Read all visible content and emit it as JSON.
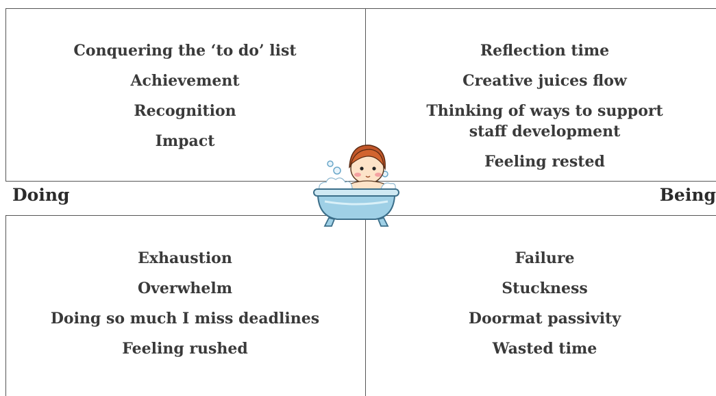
{
  "axis": {
    "left_label": "Doing",
    "right_label": "Being"
  },
  "quadrants": {
    "top_left": [
      "Conquering the ‘to do’ list",
      "Achievement",
      "Recognition",
      "Impact"
    ],
    "top_right": [
      "Reflection time",
      "Creative juices flow",
      "Thinking of ways to support staff development",
      "Feeling rested"
    ],
    "bottom_left": [
      "Exhaustion",
      "Overwhelm",
      "Doing so much I miss deadlines",
      "Feeling rushed"
    ],
    "bottom_right": [
      "Failure",
      "Stuckness",
      "Doormat passivity",
      "Wasted time"
    ]
  },
  "center_icon": "baby-in-bathtub-icon"
}
